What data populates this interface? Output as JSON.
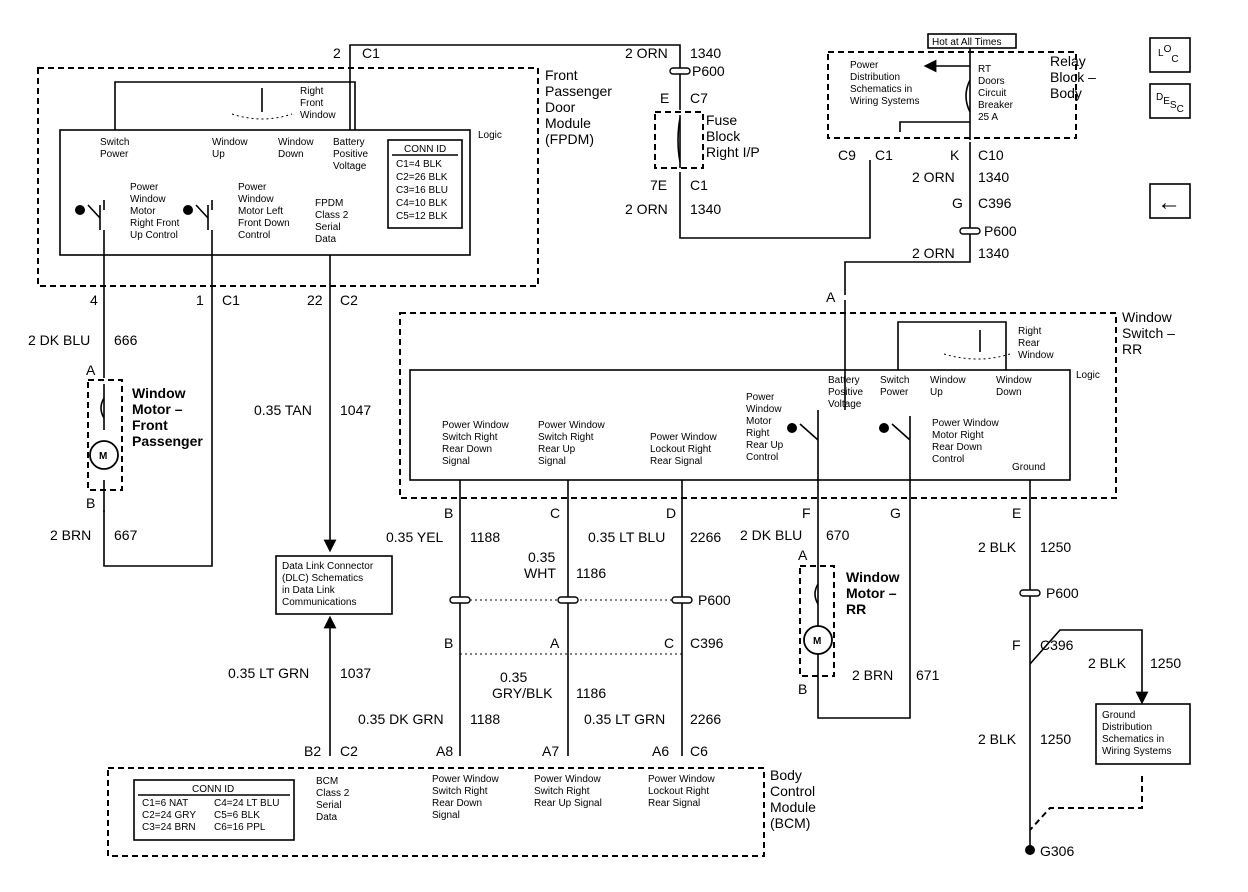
{
  "fpdm": {
    "title": [
      "Front",
      "Passenger",
      "Door",
      "Module",
      "(FPDM)"
    ],
    "logic": "Logic",
    "right_front_window": [
      "Right",
      "Front",
      "Window"
    ],
    "pin_switch_power": [
      "Switch",
      "Power"
    ],
    "pin_window_up": [
      "Window",
      "Up"
    ],
    "pin_window_down": [
      "Window",
      "Down"
    ],
    "pin_battery": [
      "Battery",
      "Positive",
      "Voltage"
    ],
    "conn_id_title": "CONN ID",
    "conn_id": [
      "C1=4 BLK",
      "C2=26 BLK",
      "C3=16 BLU",
      "C4=10 BLK",
      "C5=12 BLK"
    ],
    "sw_up": [
      "Power",
      "Window",
      "Motor",
      "Right Front",
      "Up Control"
    ],
    "sw_down": [
      "Power",
      "Window",
      "Motor Left",
      "Front Down",
      "Control"
    ],
    "serial": [
      "FPDM",
      "Class 2",
      "Serial",
      "Data"
    ]
  },
  "relay_block": {
    "title": [
      "Relay",
      "Block –",
      "Body"
    ],
    "hot": "Hot at All Times",
    "power_ref": [
      "Power",
      "Distribution",
      "Schematics in",
      "Wiring Systems"
    ],
    "breaker": [
      "RT",
      "Doors",
      "Circuit",
      "Breaker",
      "25 A"
    ]
  },
  "fuse_block": {
    "title": [
      "Fuse",
      "Block",
      "Right I/P"
    ]
  },
  "nav": {
    "loc": [
      "L",
      "O",
      "C"
    ],
    "desc": [
      "D",
      "E",
      "S",
      "C"
    ],
    "back": "←"
  },
  "fpdm_wires": {
    "top_pin": "2",
    "top_conn": "C1",
    "orn1": "2 ORN",
    "orn1_circ": "1340",
    "p600": "P600",
    "e_pin": "E",
    "c7": "C7",
    "e7_pin": "7E",
    "c1": "C1",
    "orn2": "2 ORN",
    "orn2_circ": "1340",
    "c9": "C9",
    "c1b": "C1",
    "k_pin": "K",
    "c10": "C10",
    "orn3": "2 ORN",
    "orn3_circ": "1340",
    "g_pin": "G",
    "c396": "C396",
    "p600b": "P600",
    "orn4": "2 ORN",
    "orn4_circ": "1340",
    "pin4": "4",
    "pin1": "1",
    "c1c": "C1",
    "pin22": "22",
    "c2": "C2",
    "dkblu": "2 DK BLU",
    "dkblu_circ": "666",
    "brn": "2 BRN",
    "brn_circ": "667",
    "tan": "0.35 TAN",
    "tan_circ": "1047"
  },
  "motor_fp": {
    "pin_a": "A",
    "pin_b": "B",
    "title": [
      "Window",
      "Motor –",
      "Front",
      "Passenger"
    ],
    "m": "M"
  },
  "dlc": {
    "text": [
      "Data Link Connector",
      "(DLC) Schematics",
      "in Data Link",
      "Communications"
    ]
  },
  "rr_switch": {
    "pin_a": "A",
    "title": [
      "Window",
      "Switch –",
      "RR"
    ],
    "logic": "Logic",
    "right_rear_window": [
      "Right",
      "Rear",
      "Window"
    ],
    "pin_battery": [
      "Battery",
      "Positive",
      "Voltage"
    ],
    "pin_switch_power": [
      "Switch",
      "Power"
    ],
    "pin_window_up": [
      "Window",
      "Up"
    ],
    "pin_window_down": [
      "Window",
      "Down"
    ],
    "sig_rear_down": [
      "Power Window",
      "Switch Right",
      "Rear Down",
      "Signal"
    ],
    "sig_rear_up": [
      "Power Window",
      "Switch Right",
      "Rear Up",
      "Signal"
    ],
    "sig_lockout": [
      "Power Window",
      "Lockout Right",
      "Rear Signal"
    ],
    "sw_up": [
      "Power",
      "Window",
      "Motor",
      "Right",
      "Rear Up",
      "Control"
    ],
    "sw_down": [
      "Power Window",
      "Motor Right",
      "Rear Down",
      "Control"
    ],
    "ground": "Ground"
  },
  "rr_wires": {
    "b": "B",
    "c": "C",
    "d": "D",
    "f": "F",
    "g": "G",
    "e": "E",
    "yel": "0.35 YEL",
    "yel_circ": "1188",
    "wht1": "0.35",
    "wht2": "WHT",
    "wht_circ": "1186",
    "ltblu": "0.35 LT BLU",
    "ltblu_circ": "2266",
    "p600": "P600",
    "b2": "B",
    "a2": "A",
    "c2": "C",
    "c396": "C396",
    "gry1": "0.35",
    "gry2": "GRY/BLK",
    "gry_circ": "1186",
    "dkgrn": "0.35 DK GRN",
    "dkgrn_circ": "1188",
    "ltgrn": "0.35 LT GRN",
    "ltgrn_circ": "2266",
    "ltgrn2": "0.35 LT GRN",
    "ltgrn2_circ": "1037",
    "a8": "A8",
    "a7": "A7",
    "a6": "A6",
    "c6": "C6",
    "b2pin": "B2",
    "c2pin": "C2",
    "dkblu": "2 DK BLU",
    "dkblu_circ": "670",
    "brn": "2 BRN",
    "brn_circ": "671"
  },
  "motor_rr": {
    "pin_a": "A",
    "pin_b": "B",
    "title": [
      "Window",
      "Motor –",
      "RR"
    ],
    "m": "M"
  },
  "ground": {
    "blk1": "2 BLK",
    "blk1_circ": "1250",
    "p600": "P600",
    "f": "F",
    "c396": "C396",
    "blk2": "2 BLK",
    "blk2_circ": "1250",
    "blk3": "2 BLK",
    "blk3_circ": "1250",
    "g306": "G306",
    "dist": [
      "Ground",
      "Distribution",
      "Schematics in",
      "Wiring Systems"
    ]
  },
  "bcm": {
    "title": [
      "Body",
      "Control",
      "Module",
      "(BCM)"
    ],
    "conn_id_title": "CONN ID",
    "conn_id_left": [
      "C1=6 NAT",
      "C2=24 GRY",
      "C3=24 BRN"
    ],
    "conn_id_right": [
      "C4=24 LT BLU",
      "C5=6 BLK",
      "C6=16 PPL"
    ],
    "serial": [
      "BCM",
      "Class 2",
      "Serial",
      "Data"
    ],
    "sig_down": [
      "Power Window",
      "Switch Right",
      "Rear Down",
      "Signal"
    ],
    "sig_up": [
      "Power Window",
      "Switch Right",
      "Rear Up Signal"
    ],
    "sig_lockout": [
      "Power Window",
      "Lockout Right",
      "Rear Signal"
    ]
  }
}
